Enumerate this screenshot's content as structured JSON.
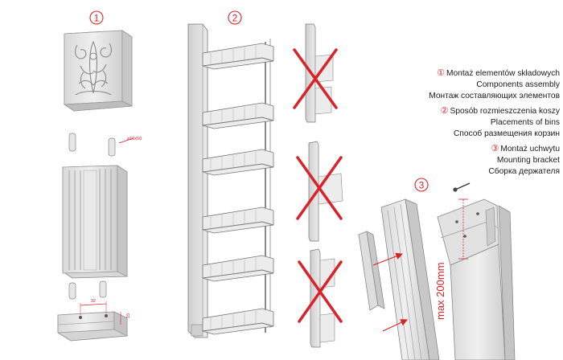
{
  "steps": [
    {
      "number": "1",
      "lines": [
        "Montaż elementów składowych",
        "Components assembly",
        "Монтаж составляющих элементов"
      ]
    },
    {
      "number": "2",
      "lines": [
        "Sposób rozmieszczenia koszy",
        "Placements of bins",
        "Способ размещения корзин"
      ]
    },
    {
      "number": "3",
      "lines": [
        "Montaż uchwytu",
        "Mounting bracket",
        "Сборка держателя"
      ]
    }
  ],
  "dimensions": {
    "dowel": "⌀10x50",
    "spacing": "32",
    "offset": "15",
    "max_height": "max 200mm"
  },
  "colors": {
    "accent": "#d8232a",
    "line": "#555555",
    "fill": "#e4e4e4"
  }
}
